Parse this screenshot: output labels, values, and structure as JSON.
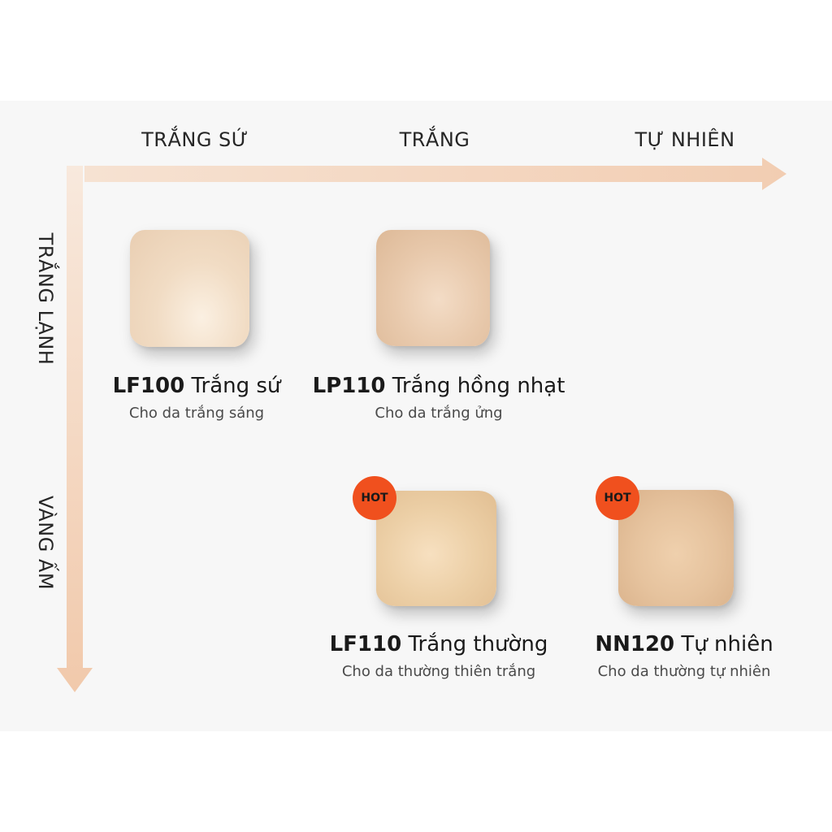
{
  "axes": {
    "horizontal": [
      "TRẮNG SỨ",
      "TRẮNG",
      "TỰ NHIÊN"
    ],
    "vertical": [
      "TRẮNG LẠNH",
      "VÀNG ẤM"
    ],
    "arrow_color": "#f3d7c1"
  },
  "shades": [
    {
      "code": "LF100",
      "name": "Trắng sứ",
      "description": "Cho da trắng sáng",
      "color": "#f1dcc4",
      "hot": false
    },
    {
      "code": "LP110",
      "name": "Trắng hồng nhạt",
      "description": "Cho da trắng ửng",
      "color": "#e8c9ac",
      "hot": false
    },
    {
      "code": "LF110",
      "name": "Trắng thường",
      "description": "Cho da thường thiên trắng",
      "color": "#eccfa6",
      "hot": true,
      "badge": "HOT"
    },
    {
      "code": "NN120",
      "name": "Tự nhiên",
      "description": "Cho da thường tự nhiên",
      "color": "#e6c39e",
      "hot": true,
      "badge": "HOT"
    }
  ]
}
